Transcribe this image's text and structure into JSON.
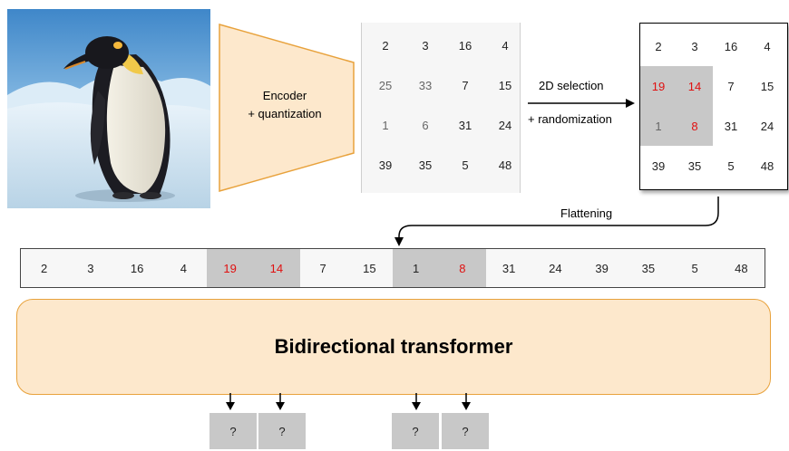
{
  "encoder": {
    "line1": "Encoder",
    "line2": "+ quantization"
  },
  "grid_before": [
    [
      "2",
      "3",
      "16",
      "4"
    ],
    [
      "25",
      "33",
      "7",
      "15"
    ],
    [
      "1",
      "6",
      "31",
      "24"
    ],
    [
      "39",
      "35",
      "5",
      "48"
    ]
  ],
  "selection_label": {
    "line1": "2D selection",
    "line2": "+ randomization"
  },
  "grid_after": [
    [
      "2",
      "3",
      "16",
      "4"
    ],
    [
      "19",
      "14",
      "7",
      "15"
    ],
    [
      "1",
      "8",
      "31",
      "24"
    ],
    [
      "39",
      "35",
      "5",
      "48"
    ]
  ],
  "flattening_label": "Flattening",
  "tokens": [
    "2",
    "3",
    "16",
    "4",
    "19",
    "14",
    "7",
    "15",
    "1",
    "8",
    "31",
    "24",
    "39",
    "35",
    "5",
    "48"
  ],
  "transformer_label": "Bidirectional transformer",
  "predictions": [
    "?",
    "?",
    "?",
    "?"
  ],
  "colors": {
    "encoder_fill": "#fde8cc",
    "encoder_stroke": "#e8a23c",
    "highlight": "#c8c8c8",
    "changed_text": "#e01010"
  }
}
